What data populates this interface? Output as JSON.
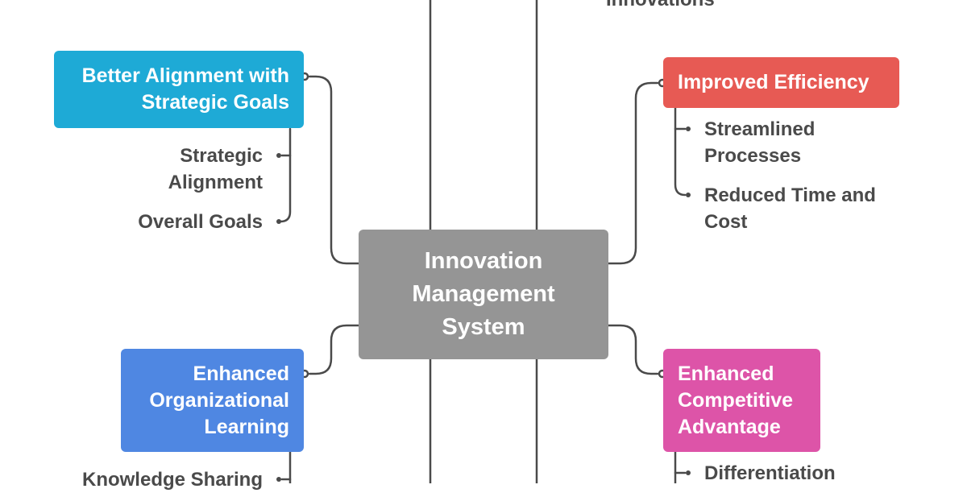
{
  "center": {
    "lines": [
      "Innovation",
      "Management",
      "System"
    ]
  },
  "top_cut_right": "Innovations",
  "branches": {
    "alignment": {
      "lines": [
        "Better Alignment with",
        "Strategic Goals"
      ],
      "color": "#1eaad6",
      "leaves": [
        {
          "lines": [
            "Strategic",
            "Alignment"
          ]
        },
        {
          "lines": [
            "Overall Goals"
          ]
        }
      ]
    },
    "efficiency": {
      "lines": [
        "Improved Efficiency"
      ],
      "color": "#e75a54",
      "leaves": [
        {
          "lines": [
            "Streamlined",
            "Processes"
          ]
        },
        {
          "lines": [
            "Reduced Time and",
            "Cost"
          ]
        }
      ]
    },
    "learning": {
      "lines": [
        "Enhanced",
        "Organizational",
        "Learning"
      ],
      "color": "#4f87e2",
      "leaves": [
        {
          "lines": [
            "Knowledge Sharing"
          ]
        }
      ]
    },
    "competitive": {
      "lines": [
        "Enhanced",
        "Competitive",
        "Advantage"
      ],
      "color": "#dd54a8",
      "leaves": [
        {
          "lines": [
            "Differentiation"
          ]
        }
      ]
    }
  }
}
